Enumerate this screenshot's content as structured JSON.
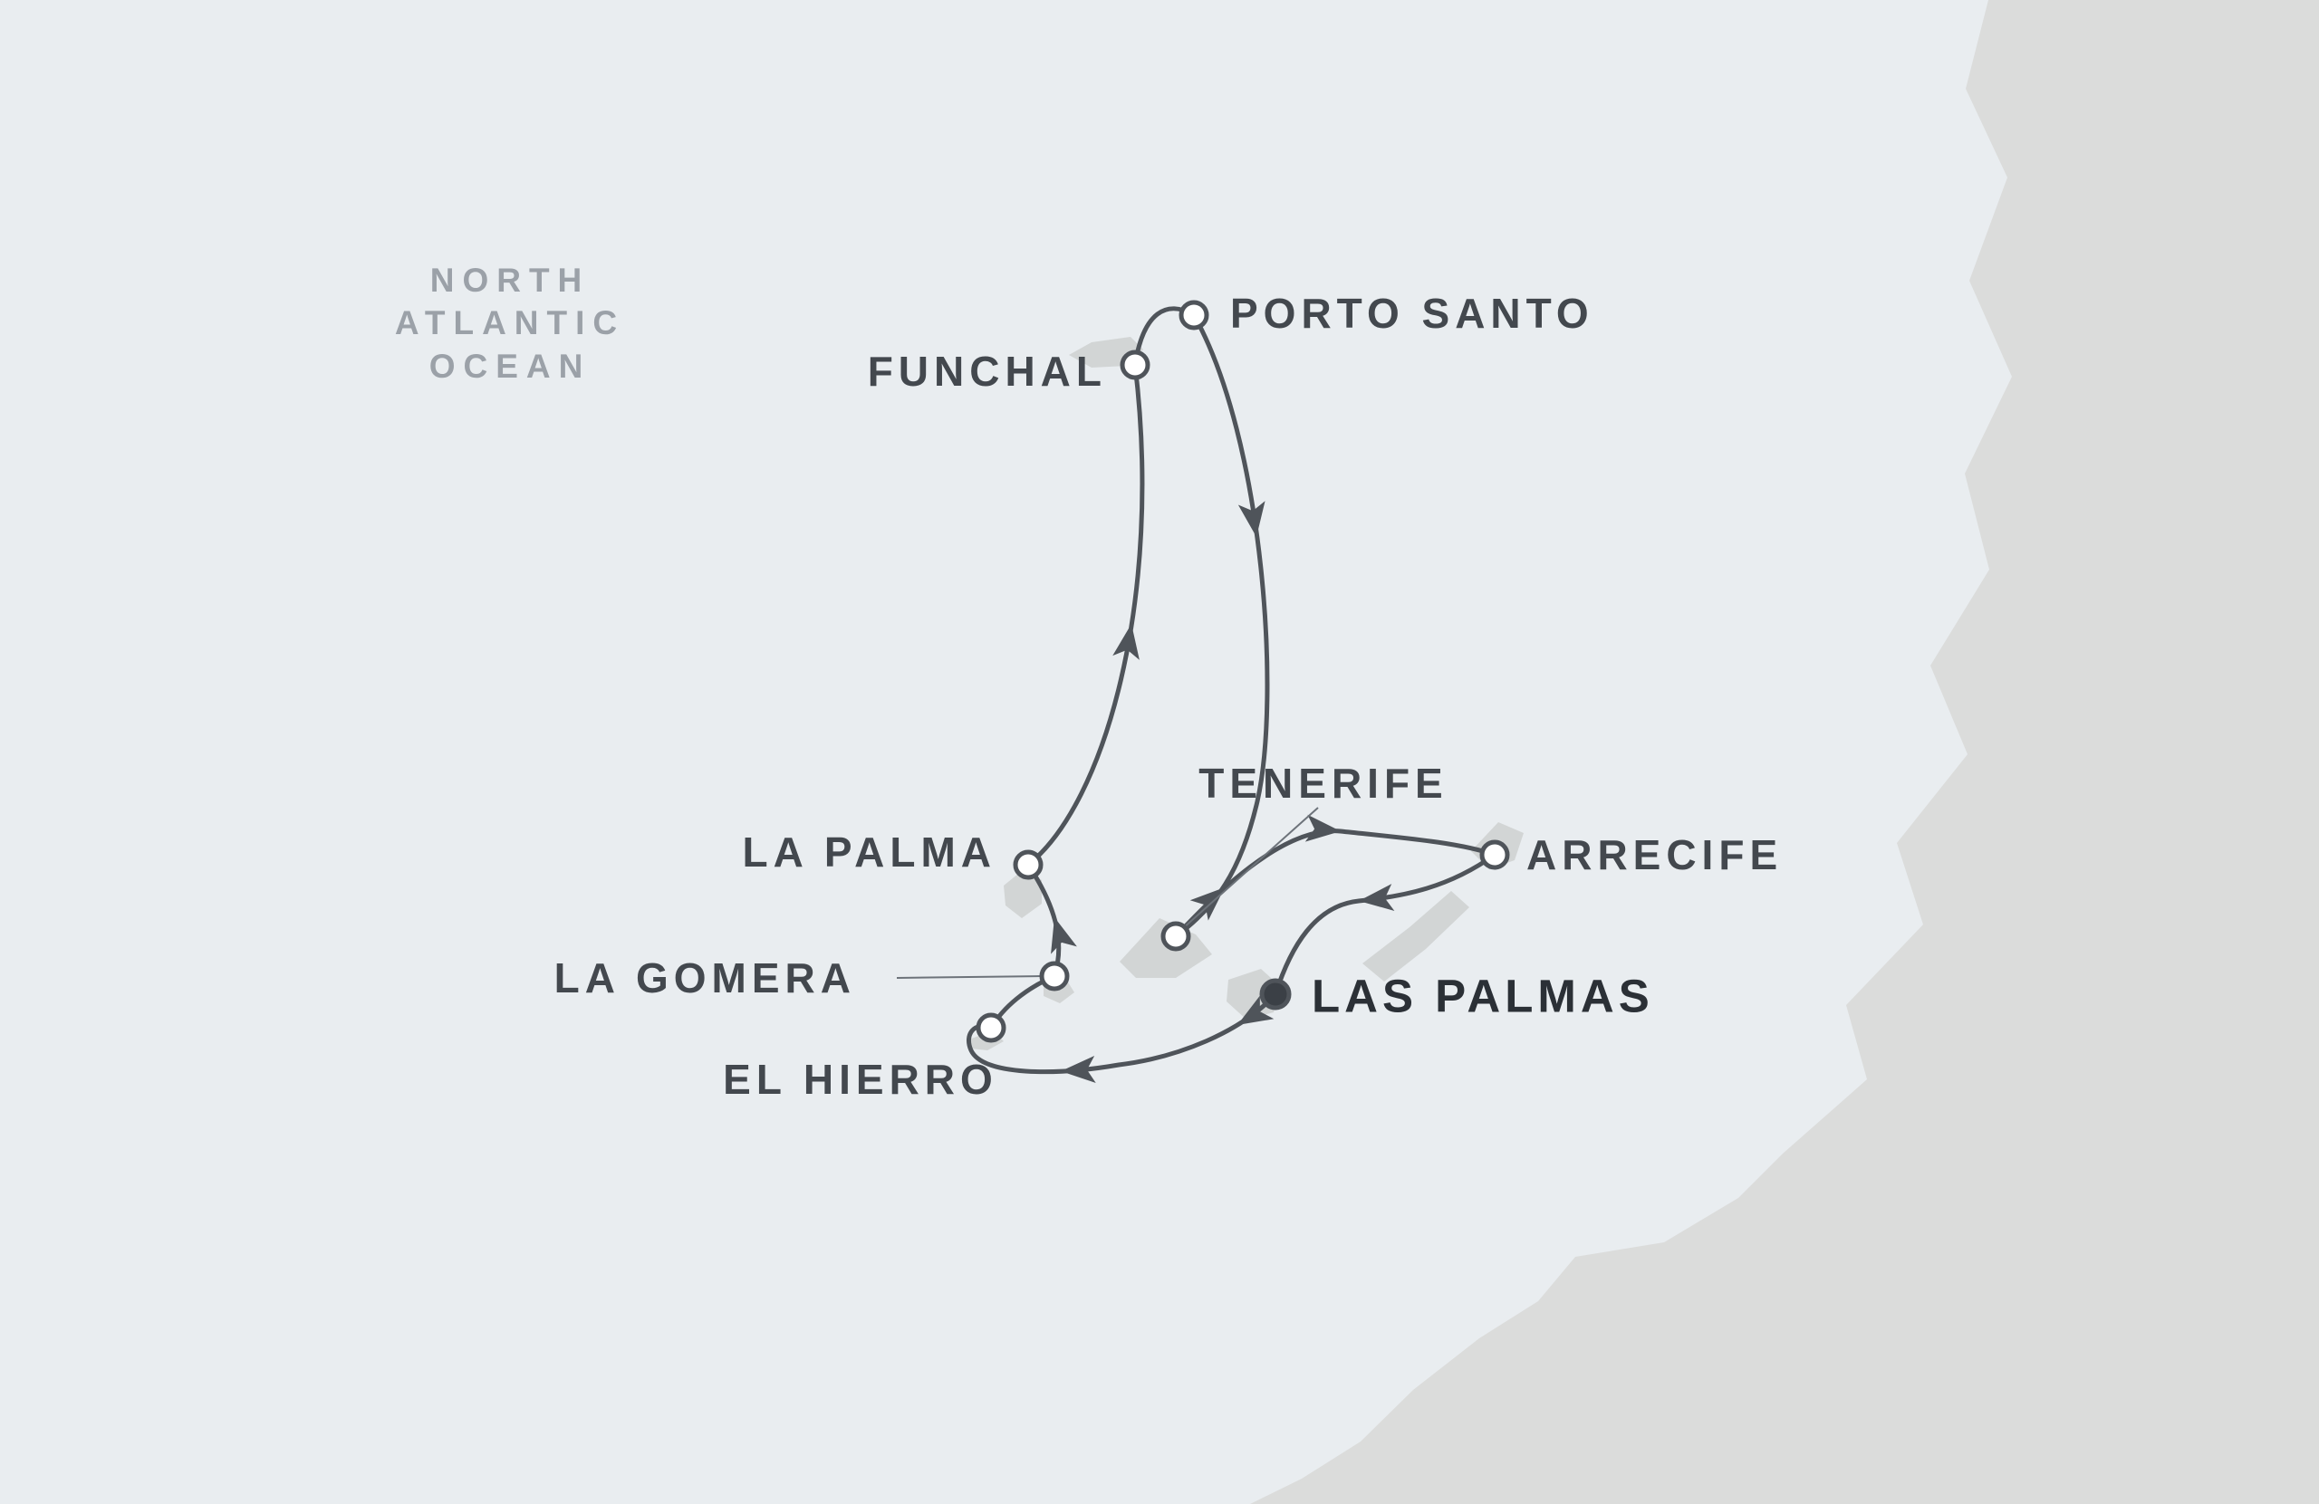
{
  "ocean_label": {
    "line1": "NORTH",
    "line2": "ATLANTIC",
    "line3": "OCEAN"
  },
  "ports": {
    "porto_santo": {
      "label": "PORTO SANTO"
    },
    "funchal": {
      "label": "FUNCHAL"
    },
    "la_palma": {
      "label": "LA PALMA"
    },
    "la_gomera": {
      "label": "LA GOMERA"
    },
    "el_hierro": {
      "label": "EL HIERRO"
    },
    "tenerife": {
      "label": "TENERIFE"
    },
    "arrecife": {
      "label": "ARRECIFE"
    },
    "las_palmas": {
      "label": "LAS PALMAS",
      "is_home_port": true
    }
  },
  "route_order": [
    "las_palmas",
    "el_hierro",
    "la_gomera",
    "la_palma",
    "funchal",
    "porto_santo",
    "tenerife",
    "arrecife",
    "las_palmas"
  ],
  "colors": {
    "ocean": "#e9edf0",
    "land": "#dbdcdb",
    "islands": "#d2d5d5",
    "route": "#4f545a",
    "port_label": "#43484e",
    "home_port_label": "#2b3036",
    "ocean_label": "#9ba1a8"
  }
}
